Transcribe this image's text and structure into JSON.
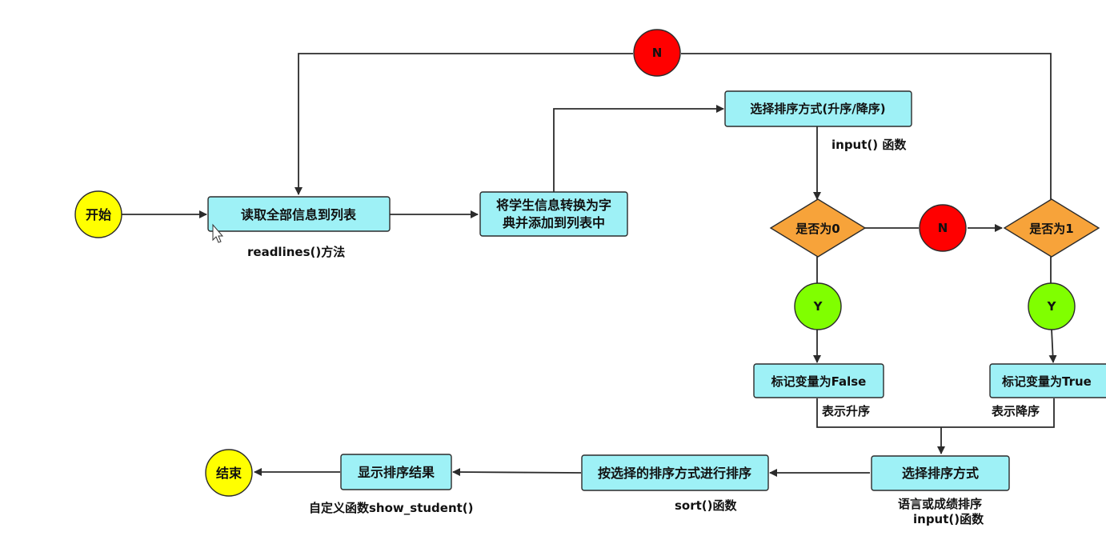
{
  "nodes": {
    "start": "开始",
    "end": "结束",
    "read": "读取全部信息到列表",
    "convert_line1": "将学生信息转换为字",
    "convert_line2": "典并添加到列表中",
    "choose_order": "选择排序方式(升序/降序)",
    "is_zero": "是否为0",
    "is_one": "是否为1",
    "mark_false": "标记变量为False",
    "mark_true": "标记变量为True",
    "choose_sort": "选择排序方式",
    "do_sort": "按选择的排序方式进行排序",
    "show_result": "显示排序结果",
    "yes1": "Y",
    "yes2": "Y",
    "no_top": "N",
    "no_mid": "N"
  },
  "annotations": {
    "readlines": "readlines()方法",
    "input_func": "input() 函数",
    "asc": "表示升序",
    "desc": "表示降序",
    "lang_or_score": "语言或成绩排序",
    "input_func2": "input()函数",
    "sort_func": "sort()函数",
    "custom_func": "自定义函数show_student()"
  }
}
